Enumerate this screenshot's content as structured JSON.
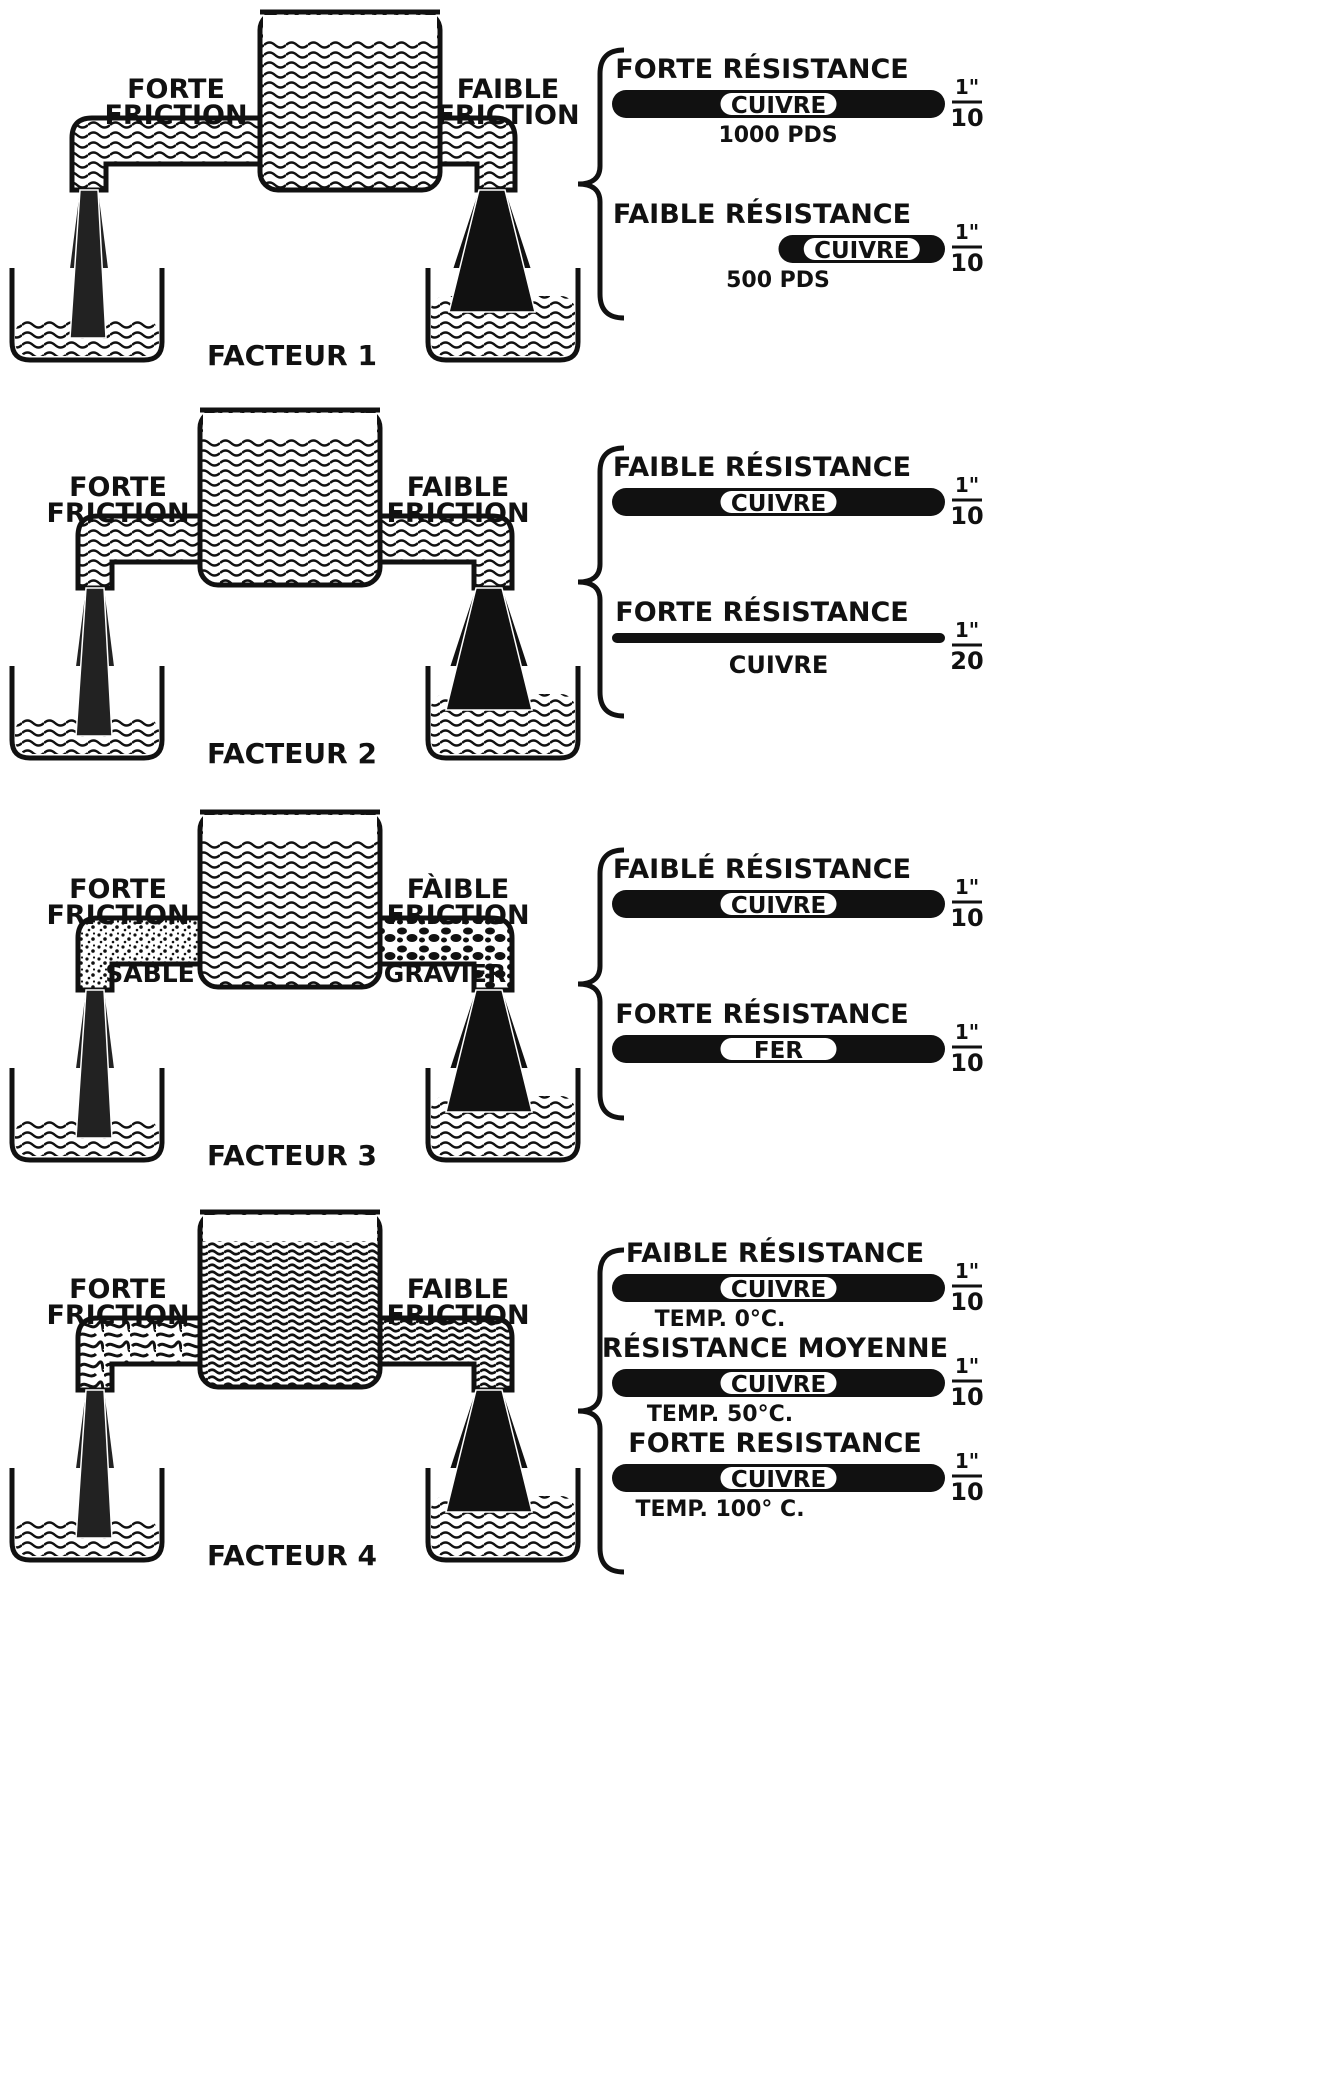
{
  "factors": [
    {
      "label": "FACTEUR 1",
      "left_label": [
        "FORTE",
        "FRICTION"
      ],
      "right_label": [
        "FAIBLE",
        "FRICTION"
      ],
      "left_note": "",
      "right_note": "",
      "wires": [
        {
          "title": "FORTE RÉSISTANCE",
          "material": "CUIVRE",
          "note": "1000 PDS",
          "num": "1\"",
          "den": "10",
          "length_ratio": 1.0,
          "thickness": "thick"
        },
        {
          "title": "FAIBLE RÉSISTANCE",
          "material": "CUIVRE",
          "note": "500 PDS",
          "num": "1\"",
          "den": "10",
          "length_ratio": 0.5,
          "thickness": "thick"
        }
      ]
    },
    {
      "label": "FACTEUR 2",
      "left_label": [
        "FORTE",
        "FRICTION"
      ],
      "right_label": [
        "FAIBLE",
        "FRICTION"
      ],
      "left_note": "",
      "right_note": "",
      "wires": [
        {
          "title": "FAIBLE RÉSISTANCE",
          "material": "CUIVRE",
          "note": "",
          "num": "1\"",
          "den": "10",
          "length_ratio": 1.0,
          "thickness": "thick"
        },
        {
          "title": "FORTE RÉSISTANCE",
          "material": "CUIVRE",
          "note": "",
          "num": "1\"",
          "den": "20",
          "length_ratio": 1.0,
          "thickness": "thin"
        }
      ]
    },
    {
      "label": "FACTEUR 3",
      "left_label": [
        "FORTE",
        "FRICTION"
      ],
      "right_label": [
        "FÀIBLE",
        "FRICTION"
      ],
      "left_note": "SABLE",
      "right_note": "GRAVIER",
      "wires": [
        {
          "title": "FAIBLÉ RÉSISTANCE",
          "material": "CUIVRE",
          "note": "",
          "num": "1\"",
          "den": "10",
          "length_ratio": 1.0,
          "thickness": "thick"
        },
        {
          "title": "FORTE RÉSISTANCE",
          "material": "FER",
          "note": "",
          "num": "1\"",
          "den": "10",
          "length_ratio": 1.0,
          "thickness": "thick"
        }
      ]
    },
    {
      "label": "FACTEUR 4",
      "left_label": [
        "FORTE",
        "FRICTION"
      ],
      "right_label": [
        "FAIBLE",
        "FRICTION"
      ],
      "left_note": "",
      "right_note": "",
      "wires": [
        {
          "title": "FAIBLE RÉSISTANCE",
          "material": "CUIVRE",
          "note": "TEMP. 0°C.",
          "num": "1\"",
          "den": "10",
          "length_ratio": 1.0,
          "thickness": "thick"
        },
        {
          "title": "RÉSISTANCE MOYENNE",
          "material": "CUIVRE",
          "note": "TEMP. 50°C.",
          "num": "1\"",
          "den": "10",
          "length_ratio": 1.0,
          "thickness": "thick"
        },
        {
          "title": "FORTE RESISTANCE",
          "material": "CUIVRE",
          "note": "TEMP. 100° C.",
          "num": "1\"",
          "den": "10",
          "length_ratio": 1.0,
          "thickness": "thick"
        }
      ]
    }
  ]
}
